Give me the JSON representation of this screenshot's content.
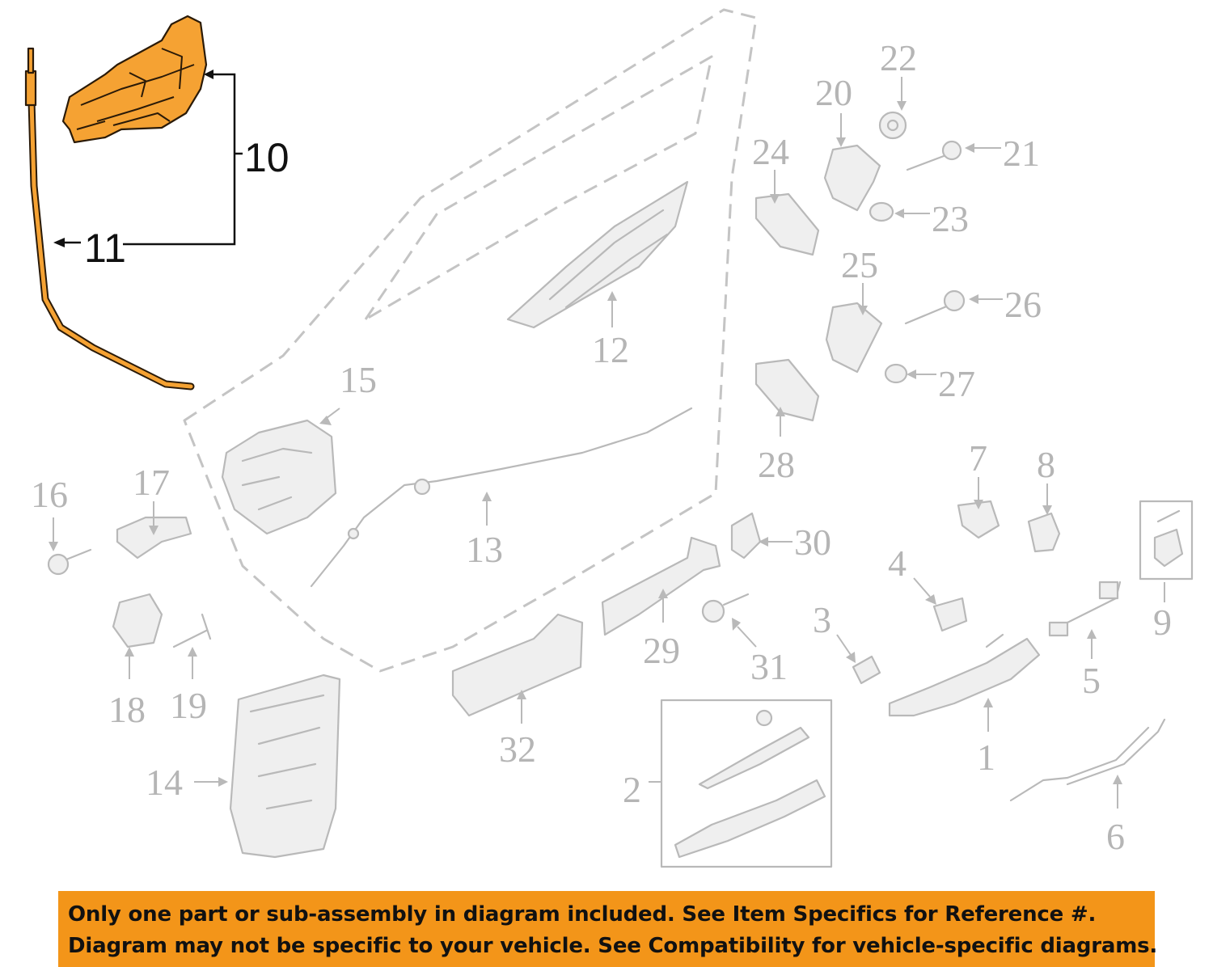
{
  "highlighted_callouts": [
    {
      "number": "10"
    },
    {
      "number": "11"
    }
  ],
  "callouts": [
    "1",
    "2",
    "3",
    "4",
    "5",
    "6",
    "7",
    "8",
    "9",
    "12",
    "13",
    "14",
    "15",
    "16",
    "17",
    "18",
    "19",
    "20",
    "21",
    "22",
    "23",
    "24",
    "25",
    "26",
    "27",
    "28",
    "29",
    "30",
    "31",
    "32"
  ],
  "colors": {
    "highlight": "#f5a233",
    "ghost_line": "#b9b9b9",
    "notice_background": "#f39519",
    "notice_text": "#111111"
  },
  "notice": {
    "line1": "Only one part or sub-assembly in diagram included. See Item Specifics for Reference #.",
    "line2": "Diagram may not be specific to your vehicle. See Compatibility for vehicle-specific diagrams."
  }
}
